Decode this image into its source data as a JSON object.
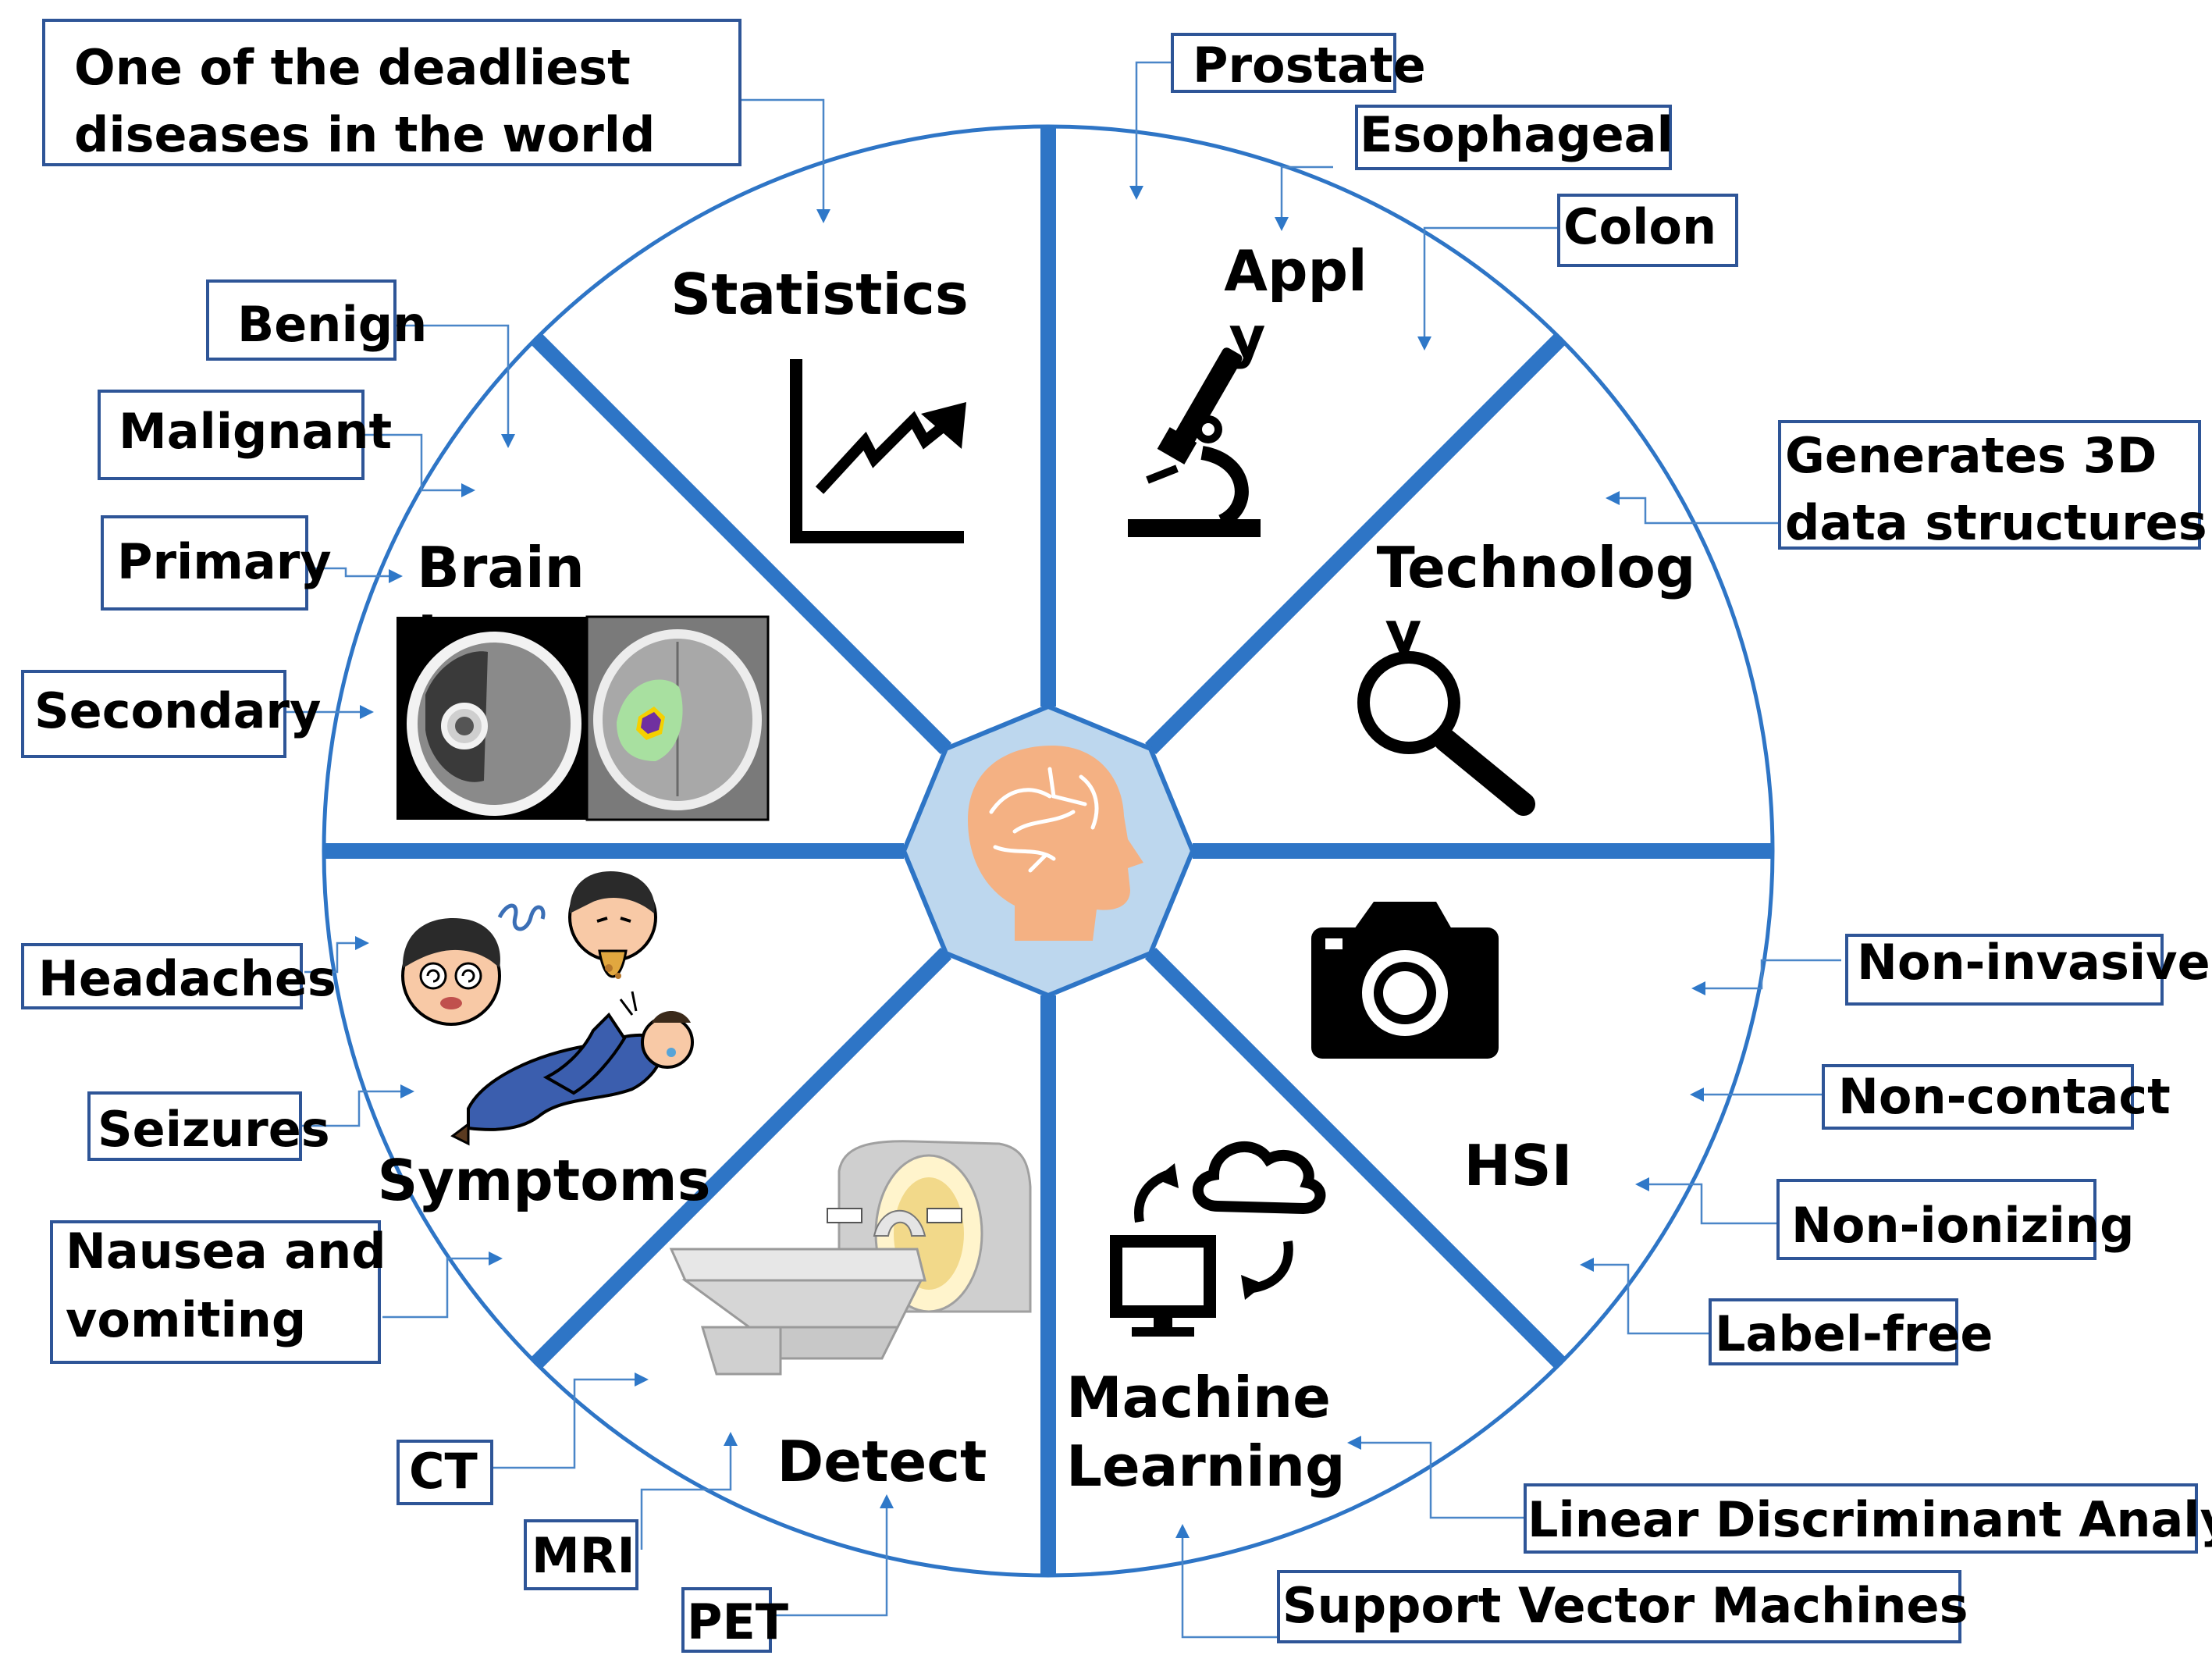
{
  "center": {
    "icon": "brain-head-icon"
  },
  "segments": {
    "statistics": {
      "label": "Statistics",
      "icon": "trend-chart-icon"
    },
    "apply": {
      "label_line1": "Appl",
      "label_line2": "y",
      "icon": "microscope-icon"
    },
    "technology": {
      "label_line1": "Technolog",
      "label_line2": "y",
      "icon": "magnifier-icon"
    },
    "hsi": {
      "label": "HSI",
      "icon": "camera-icon"
    },
    "machine_learning": {
      "label_line1": "Machine",
      "label_line2": "Learning",
      "icon": "computer-cloud-sync-icon"
    },
    "detect": {
      "label": "Detect",
      "icon": "mri-scanner-icon"
    },
    "symptoms": {
      "label": "Symptoms",
      "icon": "sick-people-icon"
    },
    "brain_tumor": {
      "label_line1": "Brain",
      "label_line2": "tumo",
      "icon": "brain-ct-scan-icon"
    }
  },
  "boxes": {
    "deadliest_line1": "One of the deadliest",
    "deadliest_line2": "diseases in the world",
    "prostate": "Prostate",
    "esophageal": "Esophageal",
    "colon": "Colon",
    "generates_line1": "Generates 3D",
    "generates_line2": "data structures",
    "non_invasive": "Non-invasive",
    "non_contact": "Non-contact",
    "non_ionizing": "Non-ionizing",
    "label_free": "Label-free",
    "lda": "Linear Discriminant Analysis",
    "svm": "Support Vector Machines",
    "ct": "CT",
    "mri": "MRI",
    "pet": "PET",
    "nausea_line1": "Nausea and",
    "nausea_line2": "vomiting",
    "seizures": "Seizures",
    "headaches": "Headaches",
    "secondary": "Secondary",
    "primary": "Primary",
    "malignant": "Malignant",
    "benign": "Benign"
  },
  "colors": {
    "divider": "#2E75C6",
    "circle": "#2E75C6",
    "box_border": "#2E5597",
    "connector": "#4A86C8",
    "octagon_fill": "#BDD7EE",
    "head": "#F4B183",
    "tumor_highlight": "#7030A0"
  }
}
